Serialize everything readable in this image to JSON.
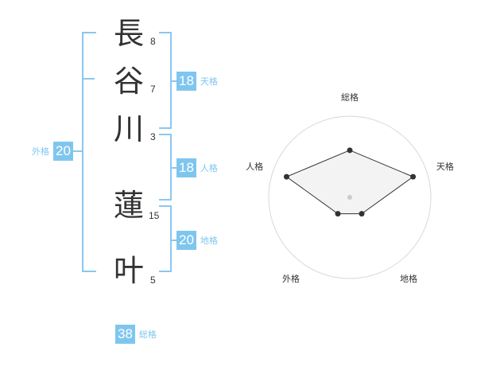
{
  "name": {
    "chars": [
      {
        "char": "長",
        "strokes": "8"
      },
      {
        "char": "谷",
        "strokes": "7"
      },
      {
        "char": "川",
        "strokes": "3"
      },
      {
        "char": "蓮",
        "strokes": "15"
      },
      {
        "char": "叶",
        "strokes": "5"
      }
    ]
  },
  "scores": {
    "tenkaku": {
      "value": "18",
      "label": "天格"
    },
    "jinkaku": {
      "value": "18",
      "label": "人格"
    },
    "chikaku": {
      "value": "20",
      "label": "地格"
    },
    "gaikaku": {
      "value": "20",
      "label": "外格"
    },
    "soukaku": {
      "value": "38",
      "label": "総格"
    }
  },
  "colors": {
    "accent": "#7fc6ef",
    "bracket": "#8ac8f0",
    "text": "#333333"
  },
  "chart_data": {
    "type": "radar",
    "axes": [
      "総格",
      "天格",
      "地格",
      "外格",
      "人格"
    ],
    "levels": 4,
    "values": [
      0.58,
      0.82,
      0.25,
      0.25,
      0.82
    ]
  }
}
